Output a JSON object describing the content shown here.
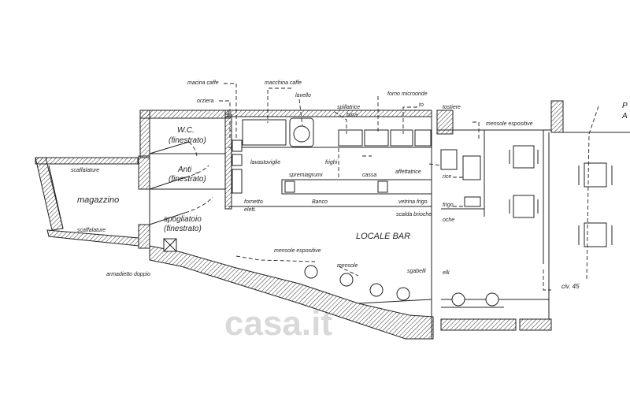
{
  "labels": {
    "macina": "macina caffe",
    "macchina": "macchina caffe",
    "lavello": "lavello",
    "orziera": "orziera",
    "spillatrice": "spillatrice",
    "birra": "birra",
    "forno": "forno microonde",
    "to": "to",
    "tostiere": "tostiere",
    "mensole_esp_top": "mensole espositive",
    "wc": "W.C.",
    "wc_fin": "(finestrato)",
    "anti": "Anti",
    "anti_fin": "(finestrato)",
    "scaffalature_top": "scaffalature",
    "magazzino": "magazzino",
    "scaffalature_bot": "scaffalature",
    "lavastoviglie": "lavastoviglie",
    "frighi": "frighi",
    "affettatrice": "affettatrice",
    "spremiagrumi": "spremiagrumi",
    "cassa": "cassa",
    "banco": "Banco",
    "vetrina": "vetrina frigo",
    "scalda": "scalda brioche",
    "fornetto": "fornetto",
    "elett": "elett.",
    "spogliatoio": "spogliatoio",
    "spogl_fin": "(finestrato)",
    "locale_bar": "LOCALE BAR",
    "mensole_esp_mid": "mensole espositive",
    "mensole": "mensole",
    "sgabelli_a": "sgabelli",
    "sgabelli_b": "elli",
    "armadietto": "armadietto doppio",
    "frigo": "frigo",
    "rice": "rice",
    "civ": "civ. 45",
    "pa": "P",
    "a": "A",
    "watermark": "casa.it"
  }
}
